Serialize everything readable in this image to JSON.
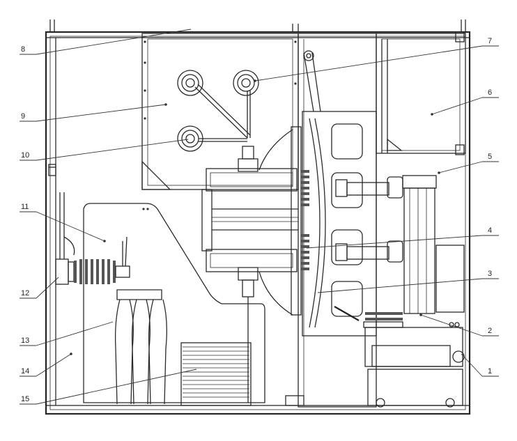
{
  "labels": [
    {
      "id": "1",
      "text": "1"
    },
    {
      "id": "2",
      "text": "2"
    },
    {
      "id": "3",
      "text": "3"
    },
    {
      "id": "4",
      "text": "4"
    },
    {
      "id": "5",
      "text": "5"
    },
    {
      "id": "6",
      "text": "6"
    },
    {
      "id": "7",
      "text": "7"
    },
    {
      "id": "8",
      "text": "8"
    },
    {
      "id": "9",
      "text": "9"
    },
    {
      "id": "10",
      "text": "10"
    },
    {
      "id": "11",
      "text": "11"
    },
    {
      "id": "12",
      "text": "12"
    },
    {
      "id": "13",
      "text": "13"
    },
    {
      "id": "14",
      "text": "14"
    },
    {
      "id": "15",
      "text": "15"
    }
  ]
}
